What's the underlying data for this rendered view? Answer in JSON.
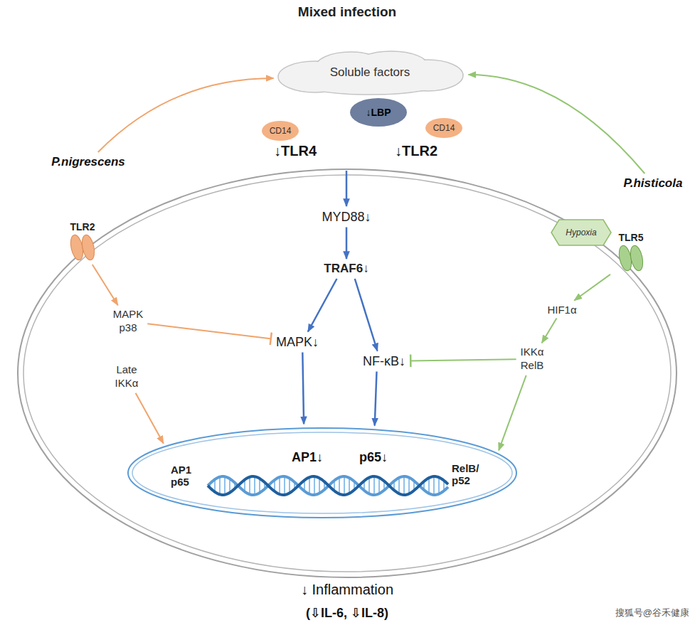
{
  "diagram": {
    "title": "Mixed infection",
    "nodes": [
      {
        "text": [
          "Soluble factors"
        ]
      },
      {
        "text": [
          "↓LBP"
        ]
      },
      {
        "text": [
          "CD14"
        ]
      },
      {
        "text": [
          "CD14"
        ]
      },
      {
        "text": [
          "P.nigrescens"
        ]
      },
      {
        "text": [
          "P.histicola"
        ]
      },
      {
        "text": [
          "TLR2"
        ]
      },
      {
        "text": [
          "Hypoxia"
        ]
      },
      {
        "text": [
          "TLR5"
        ]
      },
      {
        "text": [
          "MYD88↓"
        ]
      },
      {
        "text": [
          "TRAF6↓"
        ]
      },
      {
        "text": [
          "MAPK p38"
        ]
      },
      {
        "text": [
          "MAPK↓"
        ]
      },
      {
        "text": [
          "NF-κB↓"
        ]
      },
      {
        "text": [
          "HIF1α"
        ]
      },
      {
        "text": [
          "Late IKKα"
        ]
      },
      {
        "text": [
          "IKKα RelB"
        ]
      },
      {
        "text": [
          "AP1↓",
          "p65↓",
          "AP1 p65",
          "RelB/ p52"
        ]
      }
    ],
    "edges": [
      {
        "from": 9,
        "to": 10,
        "arrow": "to"
      },
      {
        "from": 10,
        "to": 12,
        "arrow": "to"
      },
      {
        "from": 10,
        "to": 13,
        "arrow": "to"
      },
      {
        "from": 12,
        "to": 17,
        "arrow": "to"
      },
      {
        "from": 13,
        "to": 17,
        "arrow": "to"
      },
      {
        "from": 11,
        "to": 12,
        "arrow": "to"
      },
      {
        "from": 16,
        "to": 13,
        "arrow": "to"
      },
      {
        "from": 6,
        "to": 11,
        "arrow": "to"
      },
      {
        "from": 15,
        "to": 17,
        "arrow": "to"
      },
      {
        "from": 8,
        "to": 14,
        "arrow": "to"
      },
      {
        "from": 14,
        "to": 16,
        "arrow": "to"
      },
      {
        "from": 16,
        "to": 17,
        "arrow": "to"
      },
      {
        "from": 4,
        "to": 0,
        "arrow": "to"
      },
      {
        "from": 5,
        "to": 0,
        "arrow": "to"
      }
    ],
    "labels": [
      "↓TLR4",
      "↓TLR2",
      "↓ Inflammation",
      "(⇩IL-6, ⇩IL-8)",
      "搜狐号@谷禾健康"
    ]
  }
}
